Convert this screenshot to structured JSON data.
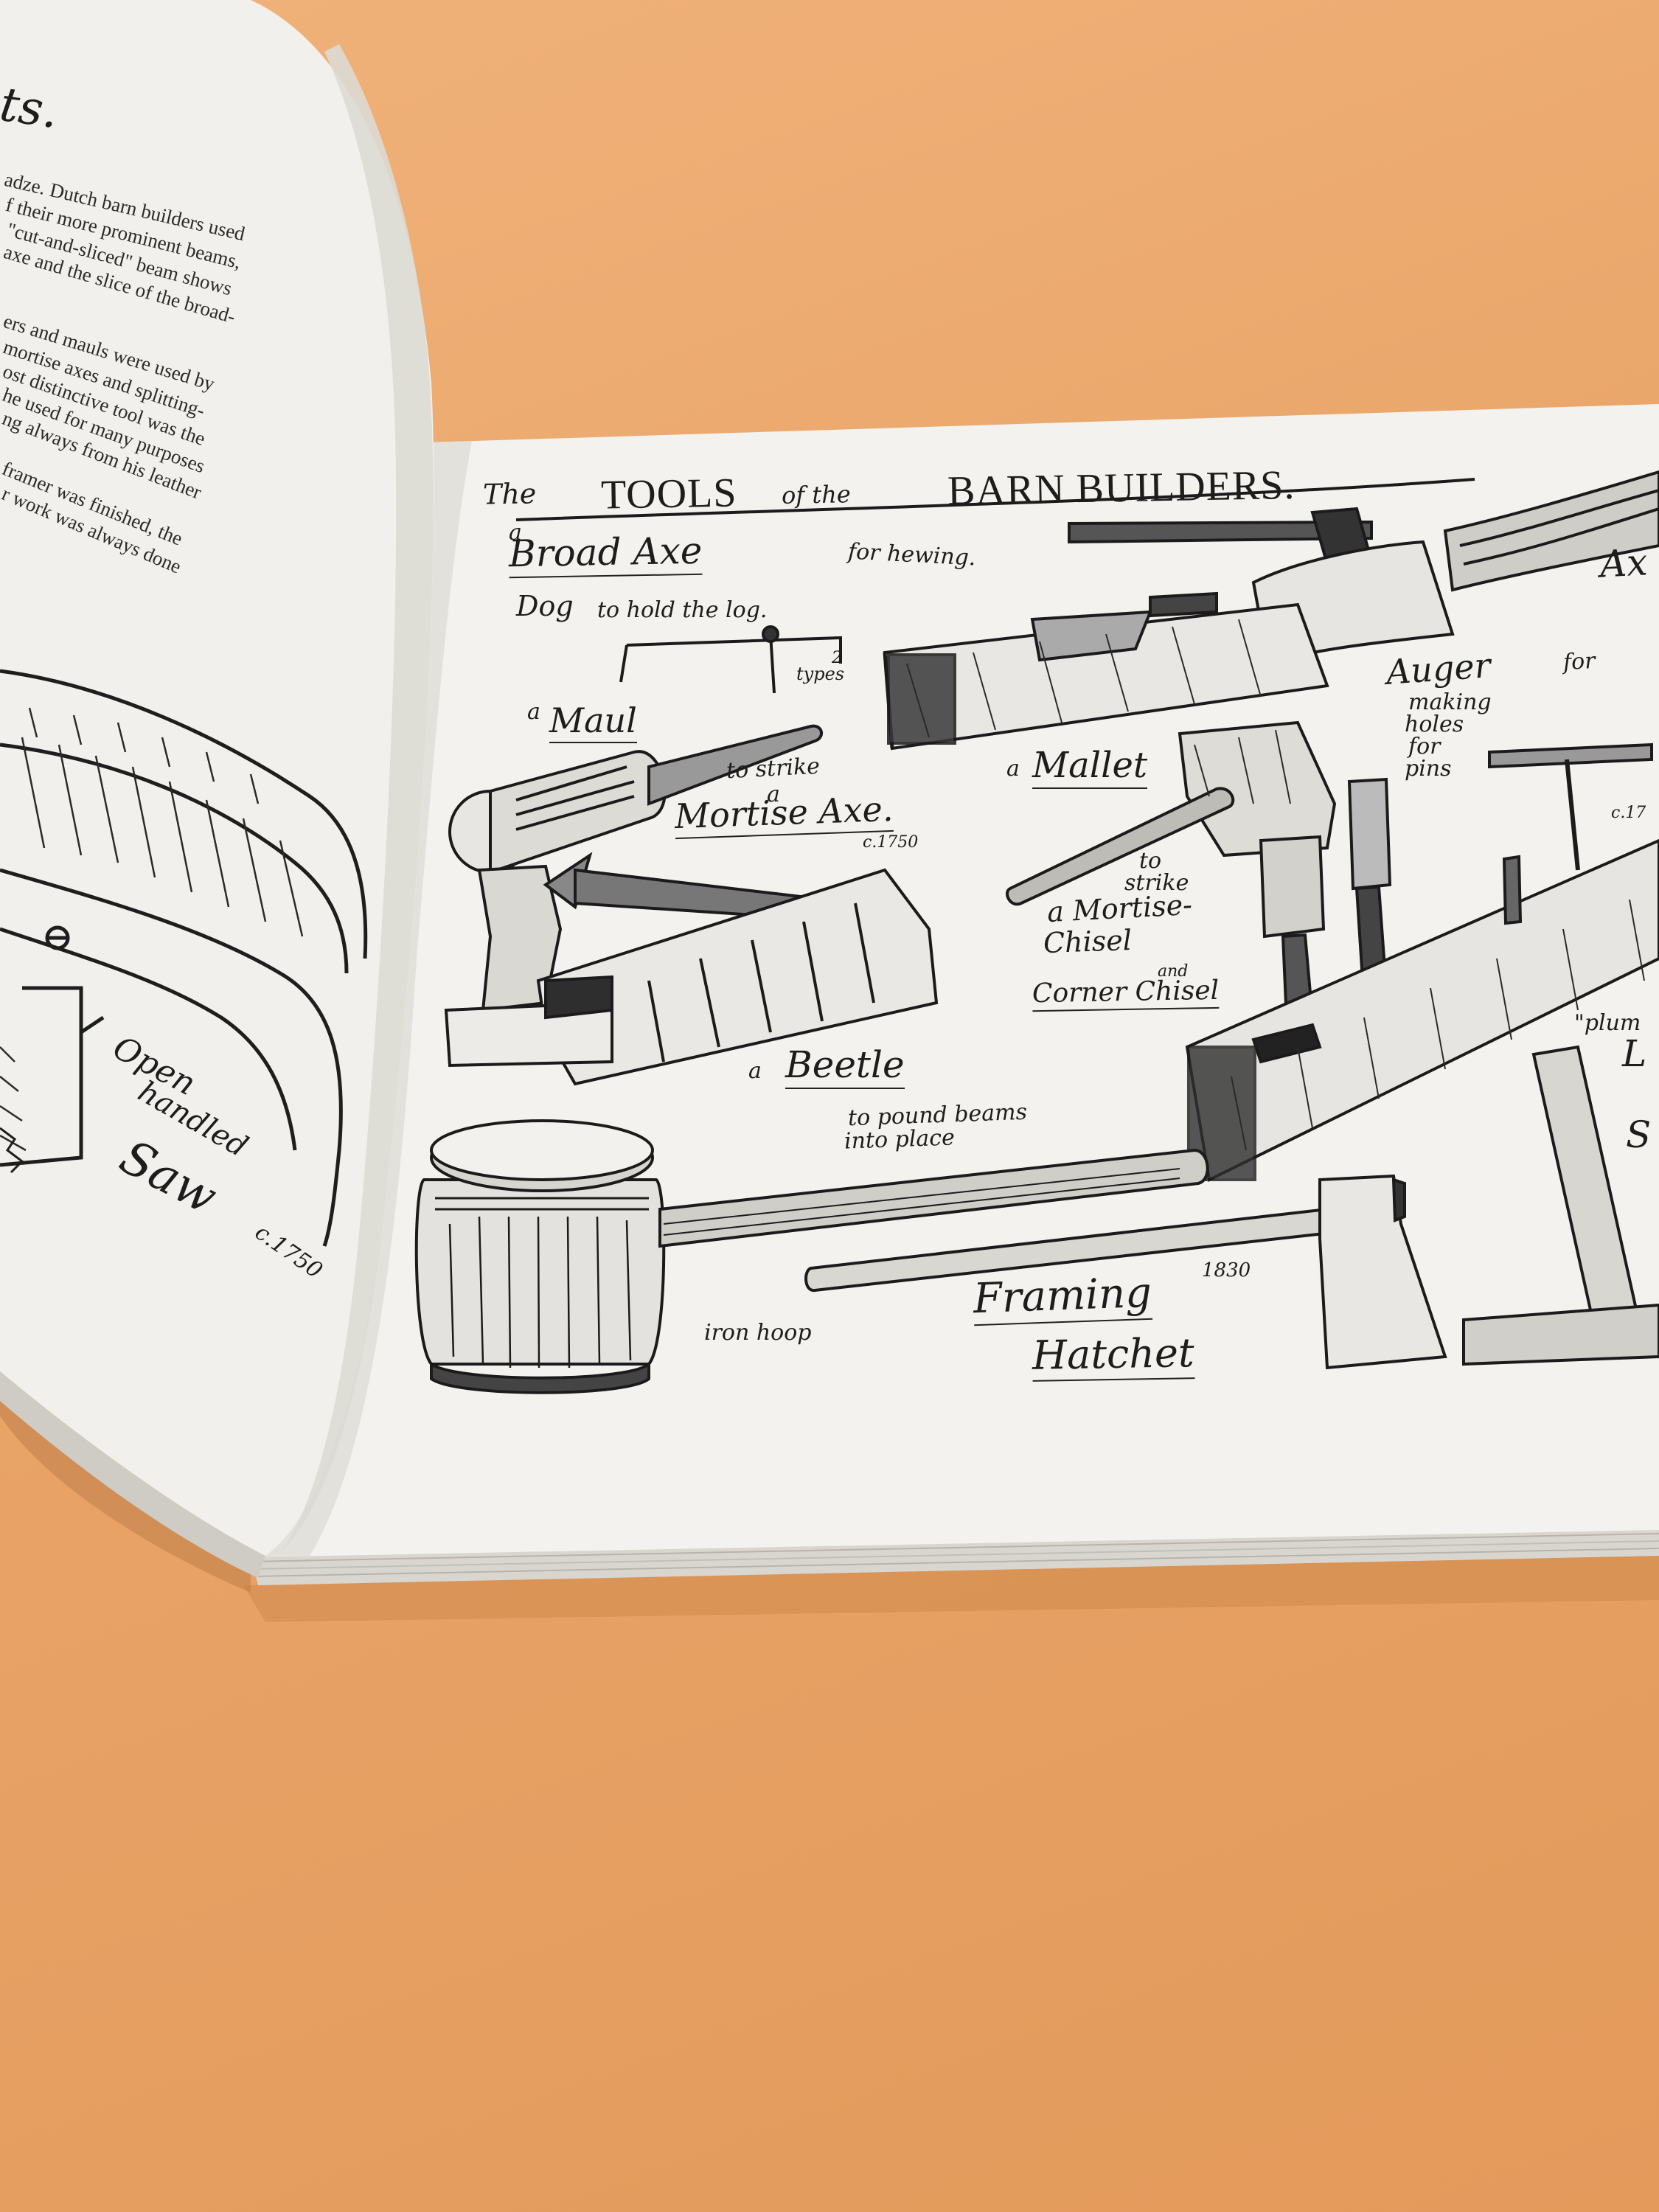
{
  "left_page": {
    "heading_fragment": "ts.",
    "paragraph_lines": [
      "adze. Dutch barn builders used",
      "f their more prominent beams,",
      "\"cut-and-sliced\" beam shows",
      "axe and the slice of the broad-",
      "ers and mauls were used by",
      "mortise axes and splitting-",
      "ost distinctive tool was the",
      "he used for many purposes",
      "ng always from his leather",
      "framer was finished, the",
      "r work was always done"
    ],
    "saw_label": {
      "line1": "Open",
      "line2": "handled",
      "line3": "Saw",
      "date": "c.1750"
    }
  },
  "right_page": {
    "title": {
      "the": "The",
      "tools": "TOOLS",
      "of_the": "of the",
      "barn_builders": "BARN BUILDERS."
    },
    "broad_axe": {
      "a": "a",
      "name": "Broad Axe",
      "purpose": "for hewing."
    },
    "dog": {
      "name": "Dog",
      "purpose": "to hold the log.",
      "types_num": "2",
      "types_word": "types"
    },
    "maul": {
      "a": "a",
      "name": "Maul",
      "line1": "to strike",
      "line2": "a"
    },
    "mortise_axe": {
      "name": "Mortise Axe.",
      "date": "c.1750"
    },
    "mallet": {
      "a": "a",
      "name": "Mallet",
      "l1": "to",
      "l2": "strike",
      "l3": "a Mortise-",
      "l4": "Chisel",
      "l5": "and",
      "l6": "Corner Chisel"
    },
    "auger": {
      "name": "Auger",
      "for": "for",
      "l1": "making",
      "l2": "holes",
      "l3": "for",
      "l4": "pins",
      "date": "c.17"
    },
    "beetle": {
      "a": "a",
      "name": "Beetle",
      "l1": "to pound beams",
      "l2": "into place",
      "hoop": "iron hoop"
    },
    "framing_hatchet": {
      "line1": "Framing",
      "line2": "Hatchet",
      "date": "1830"
    },
    "edge_fragments": {
      "ax": "Ax",
      "plum": "\"plum",
      "L": "L",
      "S": "S"
    }
  }
}
